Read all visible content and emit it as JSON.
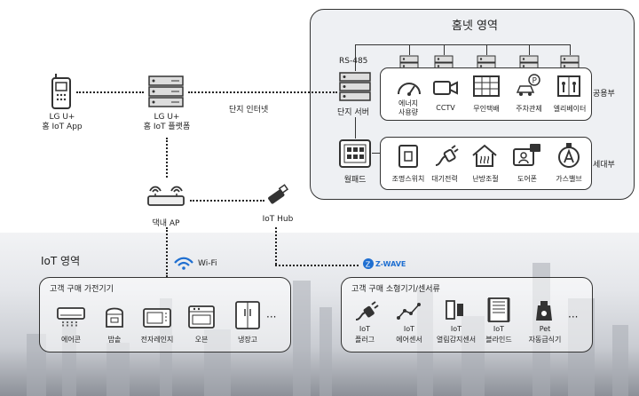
{
  "home_zone": {
    "title": "홈넷 영역",
    "rs485": "RS-485",
    "complex_server": "단지 서버",
    "wallpad": "월패드",
    "common_side_label": "공용부",
    "household_side_label": "세대부",
    "common_items": [
      "에너지\n사용량",
      "CCTV",
      "무인택배",
      "주차관제",
      "엘리베이터"
    ],
    "household_items": [
      "조명스위치",
      "대기전력",
      "난방조절",
      "도어폰",
      "가스밸브"
    ]
  },
  "left_nodes": {
    "lg_app": "LG U+\n홈 IoT App",
    "lg_platform": "LG U+\n홈 IoT 플랫폼",
    "complex_internet": "단지 인터넷",
    "home_ap": "댁내 AP",
    "iot_hub": "IoT Hub"
  },
  "iot_zone": {
    "title": "IoT 영역",
    "wifi_label": "Wi-Fi",
    "zwave_label": "Z-WAVE",
    "appliances_title": "고객 구매 가전기기",
    "appliances": [
      "에어콘",
      "밥솥",
      "전자레인지",
      "오븐",
      "냉장고"
    ],
    "sensors_title": "고객 구매 소형기기/센서류",
    "sensors": [
      {
        "top": "IoT",
        "bottom": "플러그"
      },
      {
        "top": "IoT",
        "bottom": "에어센서"
      },
      {
        "top": "IoT",
        "bottom": "열림감지센서"
      },
      {
        "top": "IoT",
        "bottom": "블라인드"
      },
      {
        "top": "Pet",
        "bottom": "자동급식기"
      }
    ],
    "more": "···"
  }
}
